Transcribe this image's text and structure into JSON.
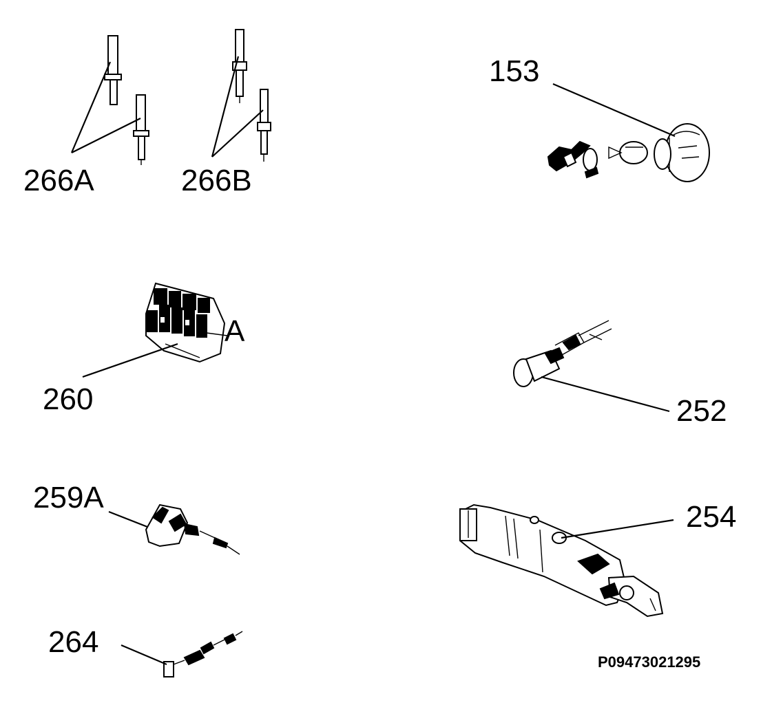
{
  "labels": {
    "l266a": "266A",
    "l266b": "266B",
    "l153": "153",
    "l260": "260",
    "l260a": "A",
    "l252": "252",
    "l259a": "259A",
    "l254": "254",
    "l264": "264"
  },
  "footer": {
    "code": "P09473021295"
  }
}
